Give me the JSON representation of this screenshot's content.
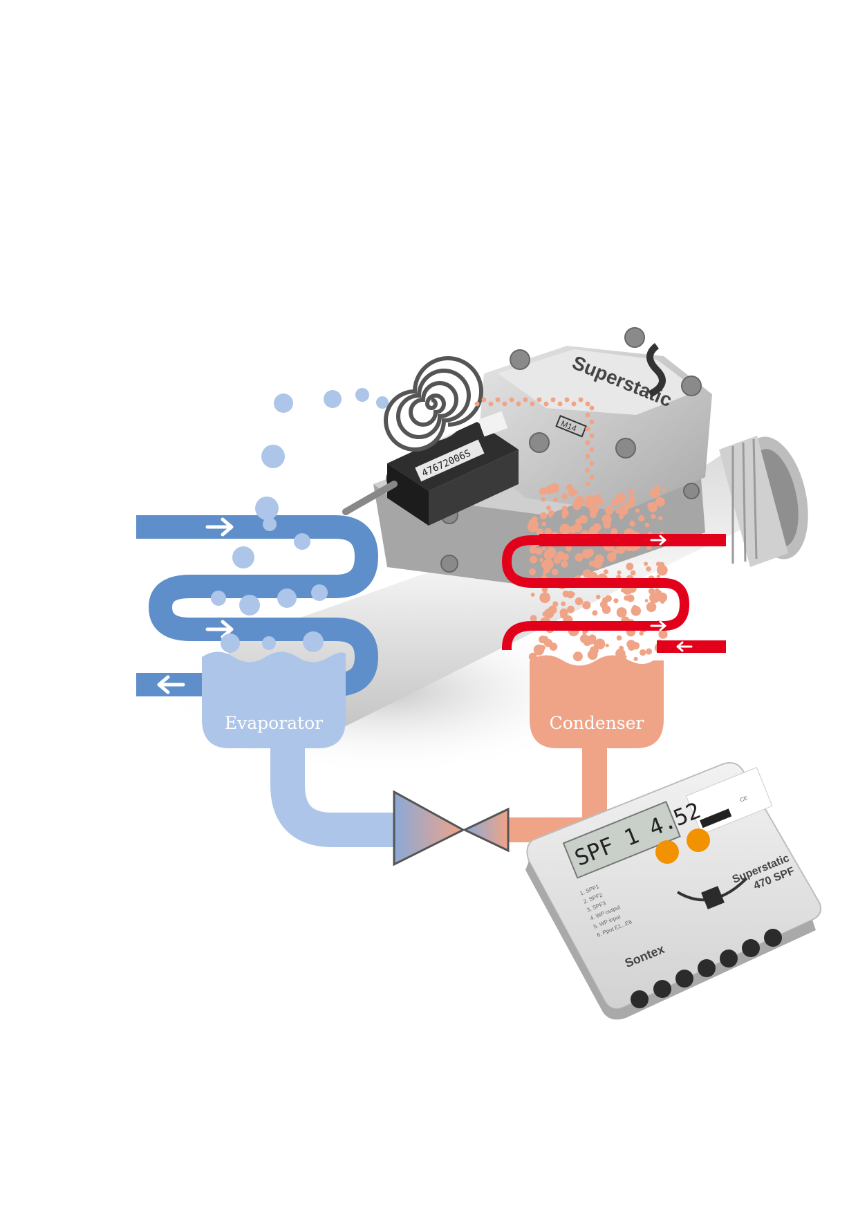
{
  "diagram": {
    "evaporator_label": "Evaporator",
    "condenser_label": "Condenser"
  },
  "flow_meter": {
    "brand": "Superstatic",
    "serial_number": "47672006S",
    "marking": "M14"
  },
  "heat_meter": {
    "brand_line1": "Superstatic",
    "brand_line2": "470 SPF",
    "display_text": "SPF 1  4.52",
    "menu_items": [
      "1. SPF1",
      "2. SPF2",
      "3. SPF3",
      "4. WP output",
      "5. WP input",
      "6. Ppot E1...E6"
    ],
    "manufacturer": "Sontex",
    "ce_mark": "CE"
  },
  "colors": {
    "cold": "#6b96cd",
    "cold_light": "#adc5e8",
    "hot": "#e2001a",
    "hot_light": "#f0a487",
    "spiral": "#555555"
  }
}
